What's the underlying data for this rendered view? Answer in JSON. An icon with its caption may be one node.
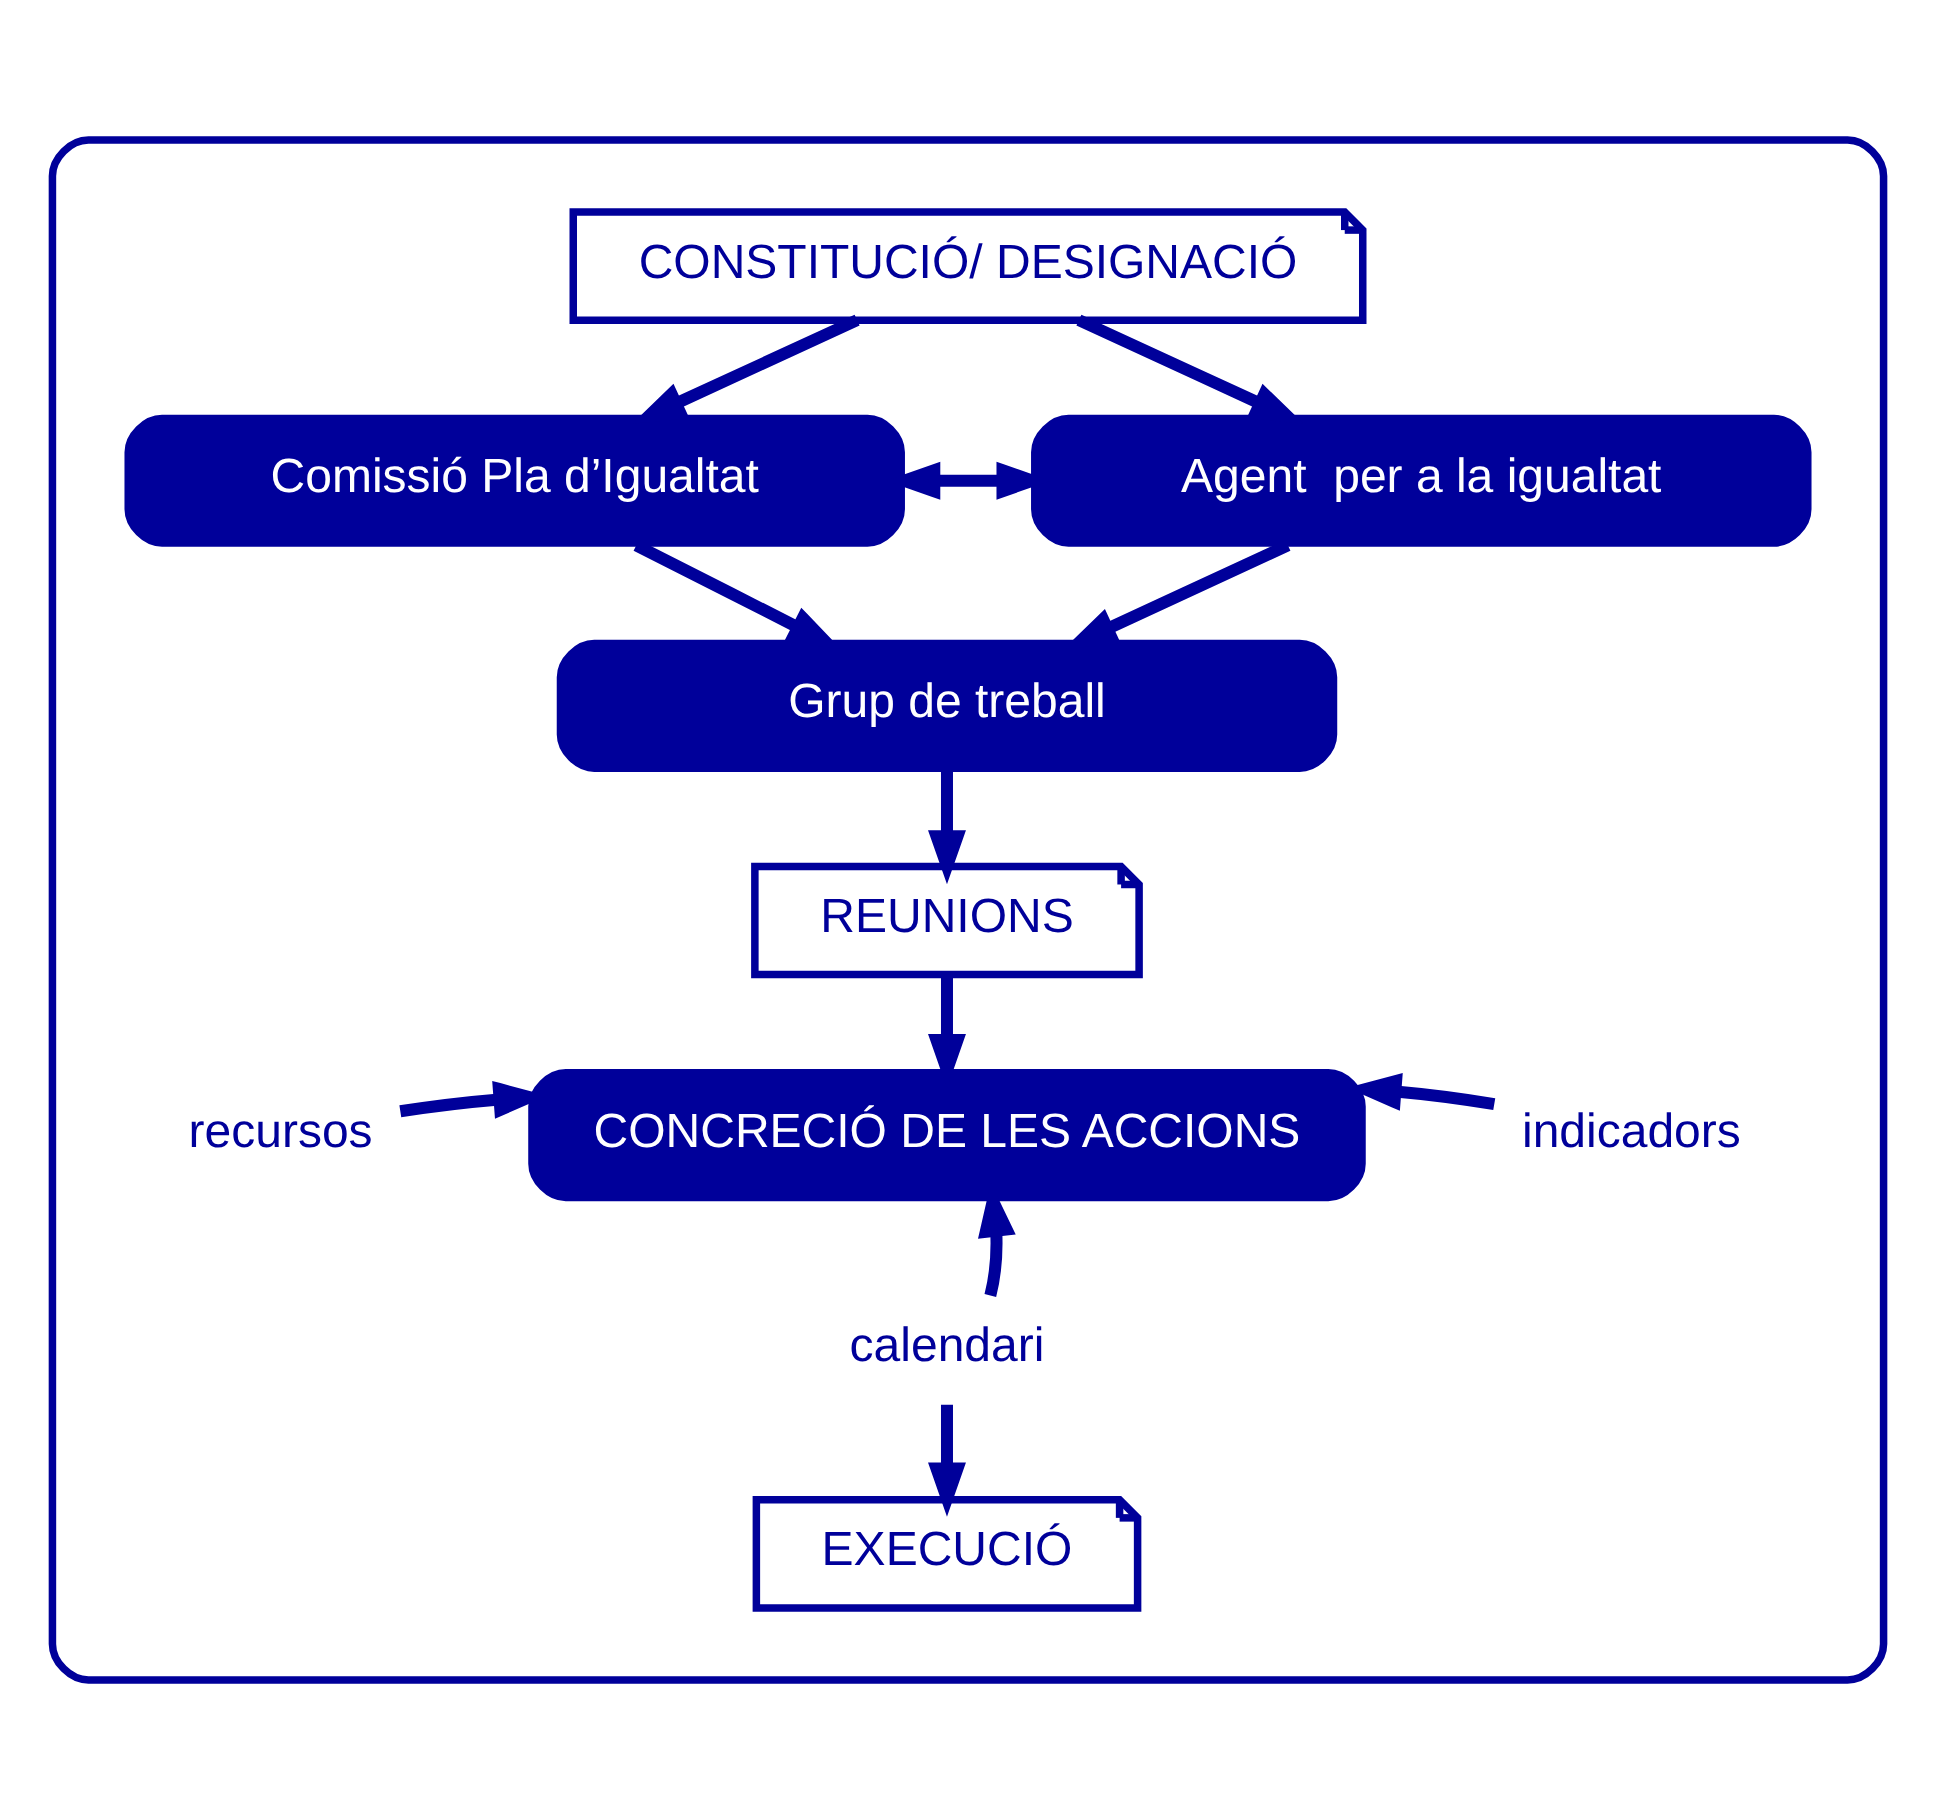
{
  "diagram": {
    "nodes": [
      {
        "text": [],
        "shape": "box"
      },
      {
        "text": [
          "CONSTITUCIÓ/ DESIGNACIÓ"
        ],
        "in": 0
      },
      {
        "text": [
          "Comissió Pla d’Igualtat"
        ],
        "in": 0
      },
      {
        "text": [
          "Agent  per a la igualtat"
        ],
        "in": 0
      },
      {
        "text": [
          "Grup de treball"
        ],
        "in": 0
      },
      {
        "text": [
          "REUNIONS"
        ],
        "in": 0
      },
      {
        "text": [
          "recursos"
        ],
        "in": 0
      },
      {
        "text": [
          "CONCRECIÓ DE LES ACCIONS"
        ],
        "in": 0
      },
      {
        "text": [
          "indicadors"
        ],
        "in": 0
      },
      {
        "text": [
          "calendari"
        ],
        "in": 0
      },
      {
        "text": [
          "EXECUCIÓ"
        ],
        "in": 0
      }
    ],
    "edges": [
      {
        "from": 1,
        "to": 2,
        "arrow": "to"
      },
      {
        "from": 1,
        "to": 3,
        "arrow": "to"
      },
      {
        "from": 2,
        "to": 3,
        "arrow": "both"
      },
      {
        "from": 2,
        "to": 4,
        "arrow": "to"
      },
      {
        "from": 3,
        "to": 4,
        "arrow": "to"
      },
      {
        "from": 4,
        "to": 5,
        "arrow": "to"
      },
      {
        "from": 5,
        "to": 7,
        "arrow": "to"
      },
      {
        "from": 6,
        "to": 7,
        "arrow": "to"
      },
      {
        "from": 8,
        "to": 7,
        "arrow": "to"
      },
      {
        "from": 9,
        "to": 7,
        "arrow": "to"
      },
      {
        "from": 9,
        "to": 10,
        "arrow": "to"
      }
    ]
  }
}
